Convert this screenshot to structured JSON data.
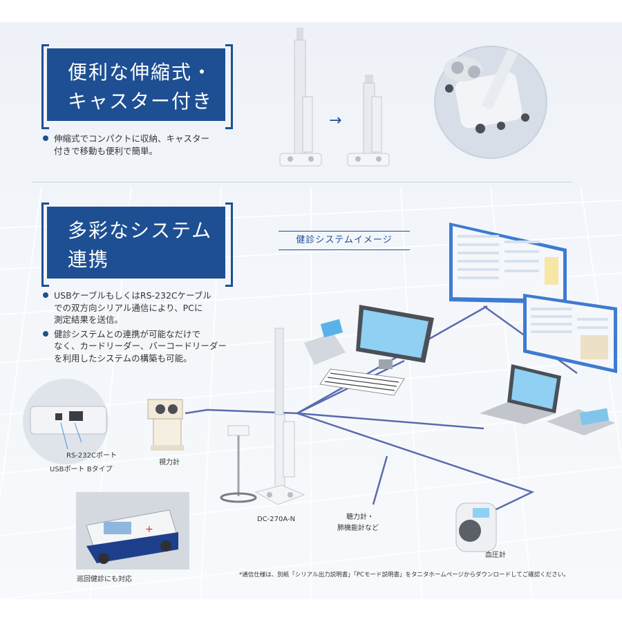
{
  "section1": {
    "title_line1": "便利な伸縮式・",
    "title_line2": "キャスター付き",
    "bullet_line1": "伸縮式でコンパクトに収納、キャスター",
    "bullet_line2": "付きで移動も便利で簡単。"
  },
  "section2": {
    "title_line1": "多彩なシステム",
    "title_line2": "連携",
    "bullet1_line1": "USBケーブルもしくはRS-232Cケーブル",
    "bullet1_line2": "での双方向シリアル通信により、PCに",
    "bullet1_line3": "測定結果を送信。",
    "bullet2_line1": "健診システムとの連携が可能なだけで",
    "bullet2_line2": "なく、カードリーダー、バーコードリーダー",
    "bullet2_line3": "を利用したシステムの構築も可能。"
  },
  "diagram": {
    "title": "健診システムイメージ",
    "port_rs232c": "RS-232Cポート",
    "port_usb": "USBポート Bタイプ",
    "vision_tester": "視力計",
    "device_model": "DC-270A-N",
    "hearing_line1": "聴力計・",
    "hearing_line2": "肺機能計など",
    "blood_pressure": "血圧計",
    "mobile_checkup": "巡回健診にも対応"
  },
  "footnote": "*通信仕様は、別紙「シリアル出力説明書」「PCモード説明書」をタニタホームページからダウンロードしてご確認ください。",
  "colors": {
    "brand_blue": "#1e4f92",
    "connection_line": "#5a6aae",
    "panel_bg": "#eef2f8"
  }
}
